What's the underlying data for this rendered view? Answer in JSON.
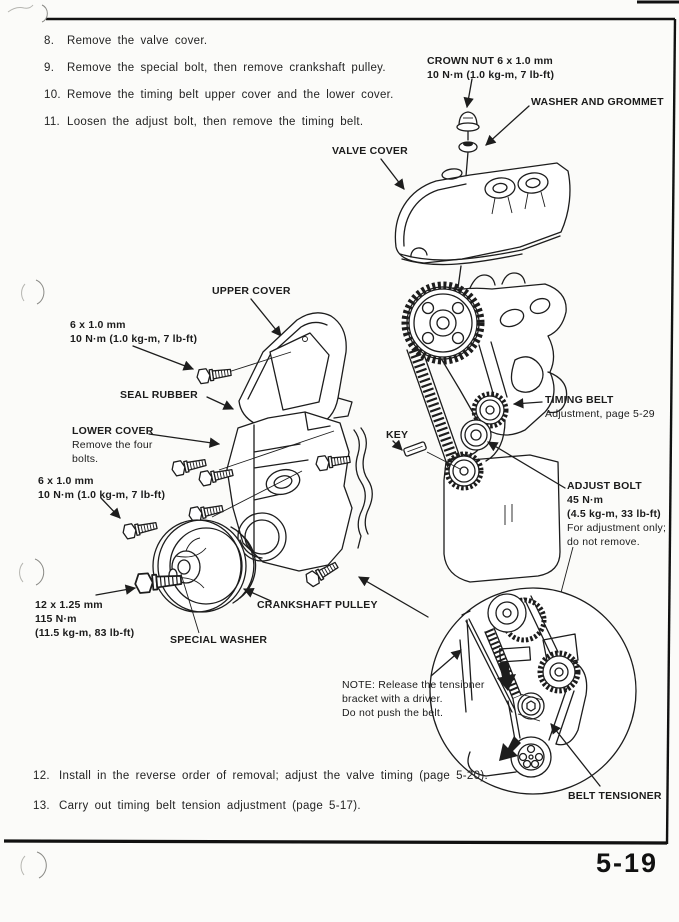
{
  "page": {
    "number": "5-19"
  },
  "colors": {
    "paper": "#fbfbf9",
    "ink": "#1d1d1d"
  },
  "steps": {
    "top": [
      {
        "num": "8.",
        "text": "Remove the valve cover."
      },
      {
        "num": "9.",
        "text": "Remove the special bolt, then remove crankshaft pulley."
      },
      {
        "num": "10.",
        "text": "Remove the timing belt upper cover and the lower cover."
      },
      {
        "num": "11.",
        "text": "Loosen the adjust bolt, then remove the timing belt."
      }
    ],
    "bottom": [
      {
        "num": "12.",
        "text": "Install in the reverse order of removal; adjust the valve timing (page 5-20)."
      },
      {
        "num": "13.",
        "text": "Carry out timing belt tension adjustment (page 5-17)."
      }
    ]
  },
  "labels": {
    "crown_nut": [
      "CROWN NUT 6 x 1.0 mm",
      "10 N·m (1.0 kg-m, 7 lb-ft)"
    ],
    "washer_grommet": "WASHER AND GROMMET",
    "valve_cover": "VALVE COVER",
    "upper_cover": "UPPER COVER",
    "upper_bolt": [
      "6 x 1.0 mm",
      "10 N·m (1.0 kg-m, 7 lb-ft)"
    ],
    "seal_rubber": "SEAL RUBBER",
    "lower_cover": {
      "title": "LOWER COVER",
      "note": [
        "Remove the four",
        "bolts."
      ]
    },
    "key": "KEY",
    "timing_belt": {
      "title": "TIMING BELT",
      "note": "Adjustment, page 5-29"
    },
    "adjust_bolt": {
      "title": "ADJUST BOLT",
      "torque": "45 N·m",
      "torque2": "(4.5 kg-m, 33 lb-ft)",
      "note": [
        "For adjustment only;",
        "do not remove."
      ]
    },
    "lower_bolt": [
      "6 x 1.0 mm",
      "10 N·m (1.0 kg-m, 7 lb-ft)"
    ],
    "crank_bolt": [
      "12 x 1.25 mm",
      "115 N·m",
      "(11.5 kg-m, 83 lb-ft)"
    ],
    "crankshaft_pulley": "CRANKSHAFT PULLEY",
    "special_washer": "SPECIAL WASHER",
    "tensioner_note": [
      "NOTE: Release the tensioner",
      "bracket with a driver.",
      "Do not push the belt."
    ],
    "belt_tensioner": "BELT TENSIONER"
  }
}
